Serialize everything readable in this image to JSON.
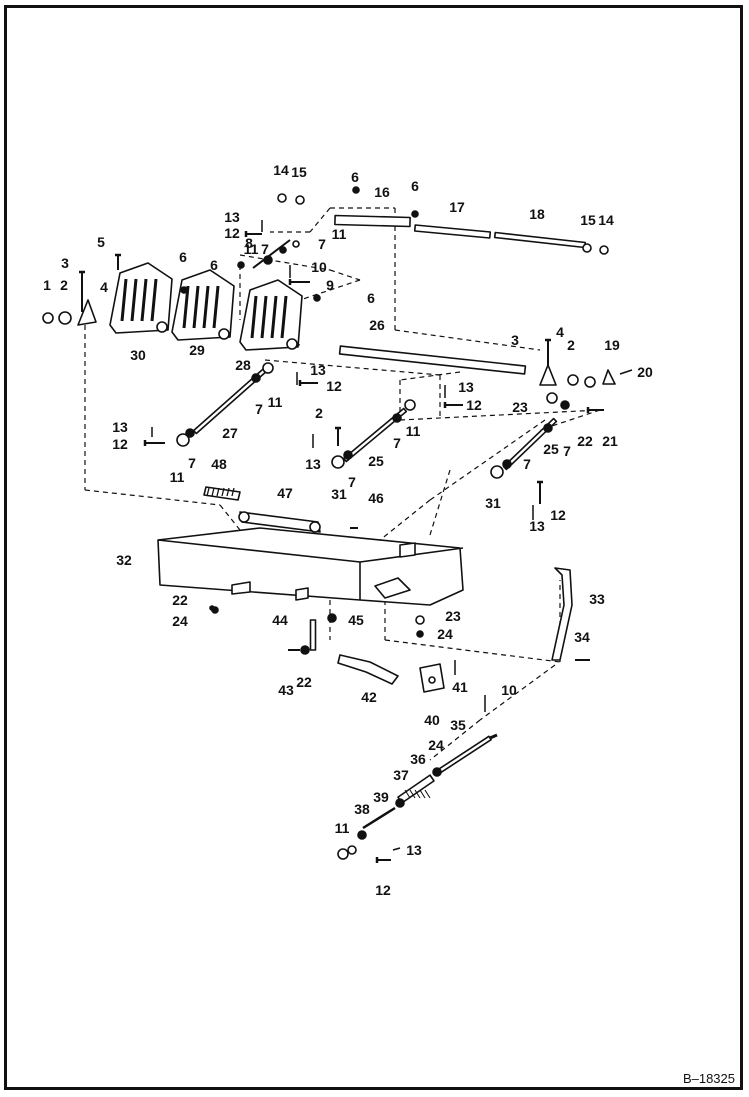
{
  "document": {
    "figure_id": "B–18325",
    "palette": {
      "ink": "#111111",
      "paper": "#ffffff"
    },
    "part_labels": [
      "1",
      "2",
      "3",
      "4",
      "5",
      "6",
      "7",
      "8",
      "9",
      "10",
      "11",
      "12",
      "13",
      "14",
      "15",
      "16",
      "17",
      "18",
      "19",
      "20",
      "21",
      "22",
      "23",
      "24",
      "25",
      "26",
      "27",
      "28",
      "29",
      "30",
      "31",
      "32",
      "33",
      "34",
      "35",
      "36",
      "37",
      "38",
      "39",
      "40",
      "41",
      "42",
      "43",
      "44",
      "45",
      "46",
      "47",
      "48"
    ]
  }
}
